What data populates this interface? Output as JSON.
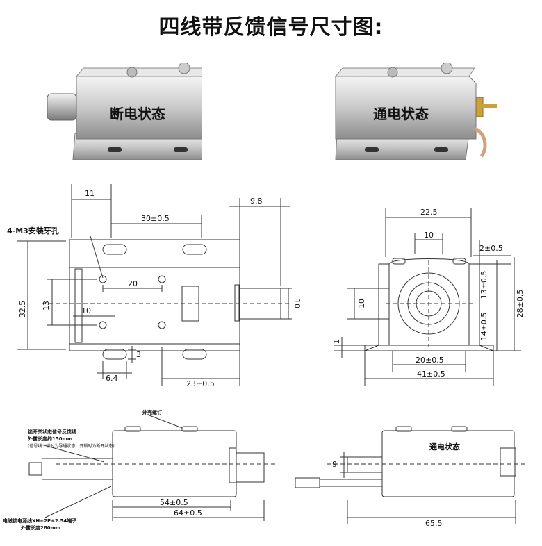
{
  "title": "四线带反馈信号尺寸图:",
  "photos": {
    "left_label": "断电状态",
    "right_label": "通电状态"
  },
  "front_view": {
    "dim_11": "11",
    "dim_9_8": "9.8",
    "dim_30": "30±0.5",
    "mount_note": "4-M3安装牙孔",
    "dim_20": "20",
    "dim_10h": "10",
    "dim_32_5": "32.5",
    "dim_13": "13",
    "dim_10v": "10",
    "dim_3": "3",
    "dim_6_4": "6.4",
    "dim_23": "23±0.5"
  },
  "end_view": {
    "dim_22_5": "22.5",
    "dim_10top": "10",
    "dim_2": "2±0.5",
    "dim_13": "13±0.5",
    "dim_28": "28±0.5",
    "dim_14": "14±0.5",
    "dim_10left": "10",
    "dim_1": "1",
    "dim_20": "20±0.5",
    "dim_41": "41±0.5"
  },
  "side_view_off": {
    "screw_label": "外壳螺钉",
    "feedback_note_1": "锁开关状态信号反馈线",
    "feedback_note_2": "外露长度约150mm",
    "feedback_note_3": "(信号线上锁时为导通状态，开锁时为断开状态)",
    "power_note_1": "电磁锁电源线XH+2P+2.54端子",
    "power_note_2": "外露长度260mm",
    "dim_54": "54±0.5",
    "dim_64": "64±0.5"
  },
  "side_view_on": {
    "state_label": "通电状态",
    "dim_9": "9",
    "dim_65_5": "65.5"
  }
}
